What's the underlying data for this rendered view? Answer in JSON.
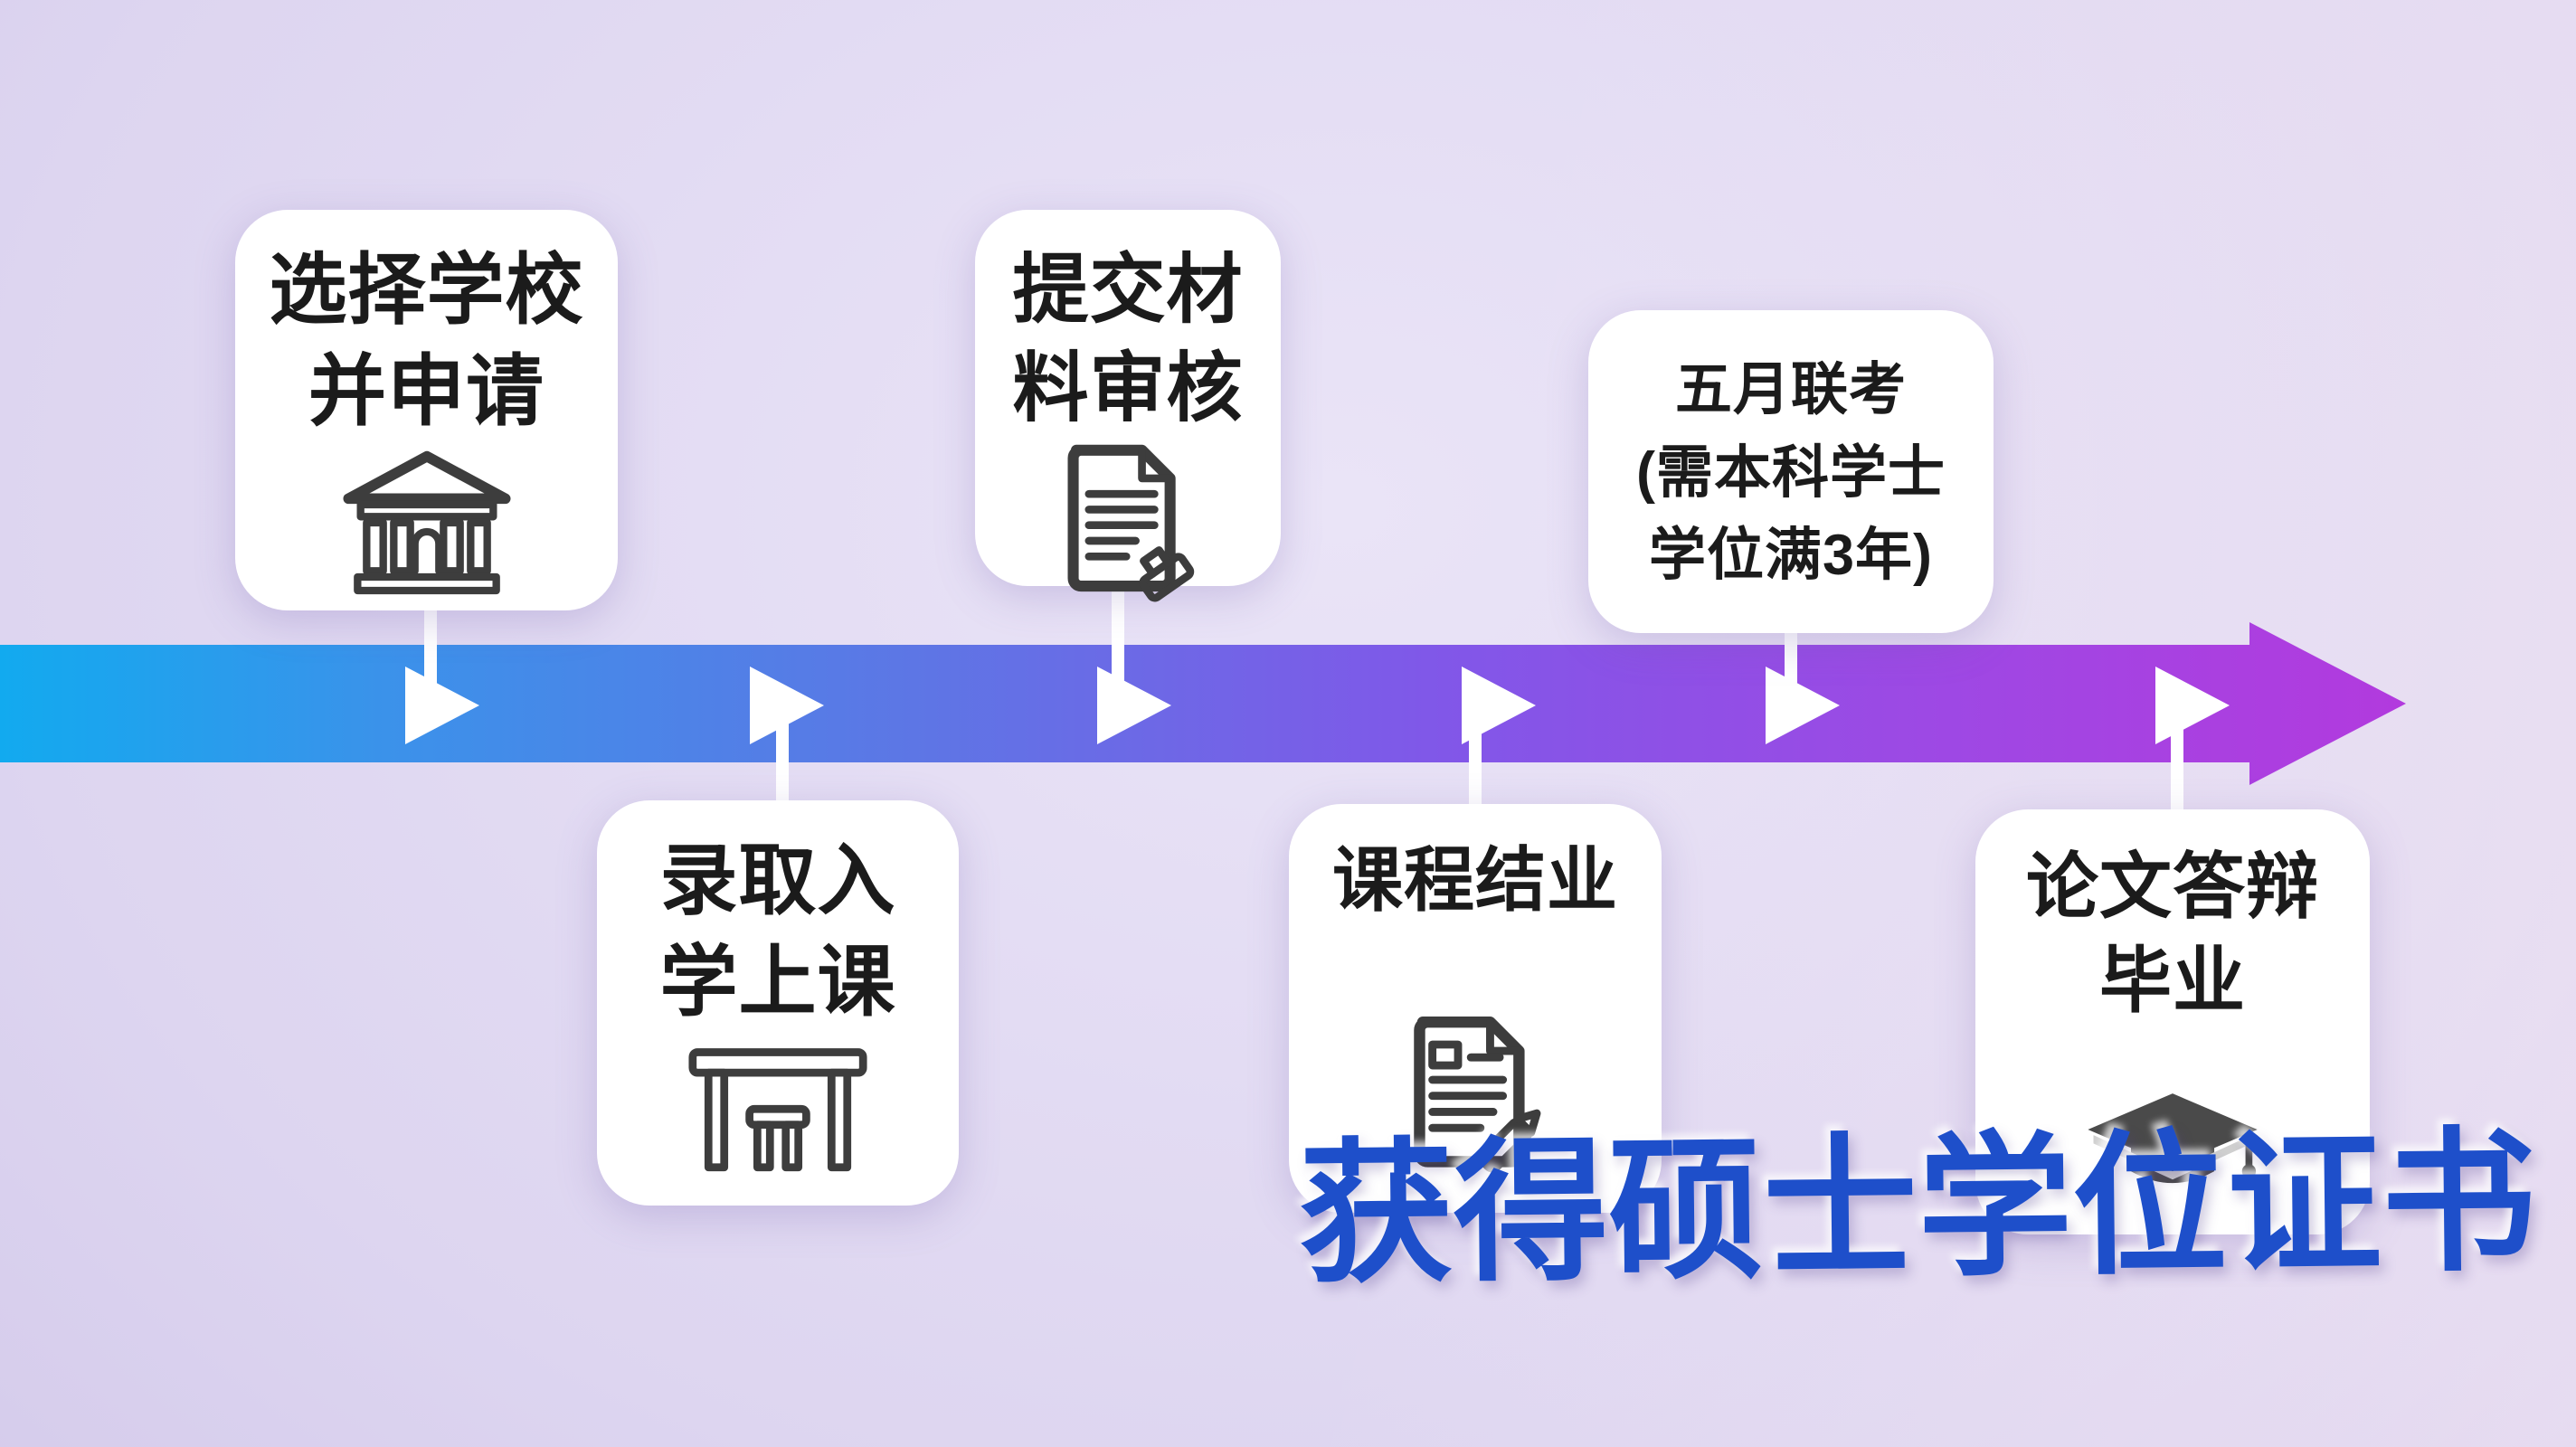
{
  "overlay": {
    "text": "获得硕士学位证书",
    "color": "#1e4fca"
  },
  "colors": {
    "background": "#ddd5f0",
    "band_gradient_start": "#12aaef",
    "band_gradient_mid": "#7b5ae6",
    "band_gradient_end": "#b23ade",
    "card_background": "#ffffff",
    "card_text": "#1b1b1b",
    "marker": "#ffffff",
    "icon_stroke": "#3d3d3d",
    "graduation_cap_fill": "#4a4a4a"
  },
  "timeline": {
    "direction": "left-to-right",
    "steps": [
      {
        "label": "选择学校并申请",
        "lines": [
          "选择学校",
          "并申请"
        ],
        "icon": "bank-icon",
        "position": "top"
      },
      {
        "label": "录取入学上课",
        "lines": [
          "录取入",
          "学上课"
        ],
        "icon": "desk-icon",
        "position": "bottom"
      },
      {
        "label": "提交材料审核",
        "lines": [
          "提交材",
          "料审核"
        ],
        "icon": "document-review-icon",
        "position": "top"
      },
      {
        "label": "课程结业",
        "lines": [
          "课程结业"
        ],
        "icon": "document-pencil-icon",
        "position": "bottom"
      },
      {
        "label": "五月联考(需本科学士学位满3年)",
        "lines": [
          "五月联考",
          "(需本科学士",
          "学位满3年)"
        ],
        "icon": "none",
        "position": "top"
      },
      {
        "label": "论文答辩毕业",
        "lines": [
          "论文答辩",
          "毕业"
        ],
        "icon": "graduation-cap-icon",
        "position": "bottom"
      }
    ]
  }
}
